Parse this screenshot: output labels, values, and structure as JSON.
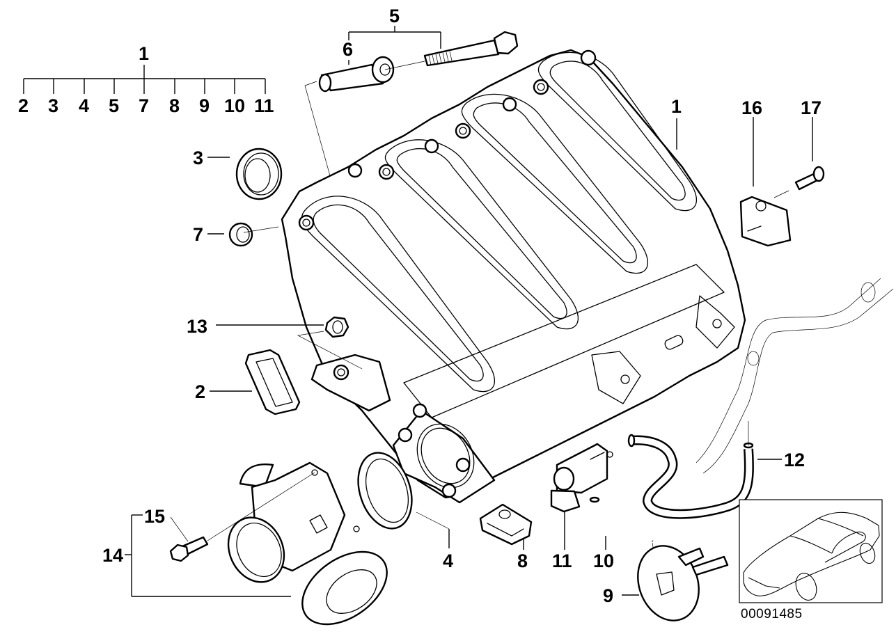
{
  "diagram": {
    "title": "Intake manifold system exploded parts diagram",
    "reference_number": "00091485",
    "callouts": {
      "p1_top": "1",
      "p1_main": "1",
      "p2": "2",
      "p3": "3",
      "p4": "4",
      "p5": "5",
      "p6": "6",
      "p7": "7",
      "p8": "8",
      "p9": "9",
      "p10": "10",
      "p11": "11",
      "p12": "12",
      "p13": "13",
      "p14": "14",
      "p15": "15",
      "p16": "16",
      "p17": "17"
    },
    "group_1_components": [
      "2",
      "3",
      "4",
      "5",
      "7",
      "8",
      "9",
      "10",
      "11"
    ],
    "parts": [
      {
        "number": "1",
        "part": "intake-manifold"
      },
      {
        "number": "2",
        "part": "rectangular-gasket"
      },
      {
        "number": "3",
        "part": "sealing-ring-large"
      },
      {
        "number": "4",
        "part": "throttle-gasket-ring"
      },
      {
        "number": "5",
        "part": "bolt-long"
      },
      {
        "number": "6",
        "part": "sleeve-bushing"
      },
      {
        "number": "7",
        "part": "grommet-small"
      },
      {
        "number": "8",
        "part": "spring-nut-clip"
      },
      {
        "number": "9",
        "part": "vacuum-actuator"
      },
      {
        "number": "10",
        "part": "vacuum-hose-short"
      },
      {
        "number": "11",
        "part": "solenoid-valve"
      },
      {
        "number": "12",
        "part": "vent-hose"
      },
      {
        "number": "13",
        "part": "hex-nut"
      },
      {
        "number": "14",
        "part": "egr-valve-assembly"
      },
      {
        "number": "15",
        "part": "hex-bolt"
      },
      {
        "number": "16",
        "part": "pressure-sensor"
      },
      {
        "number": "17",
        "part": "sensor-screw"
      }
    ],
    "vehicle_thumbnail": "sedan-outline-icon"
  }
}
